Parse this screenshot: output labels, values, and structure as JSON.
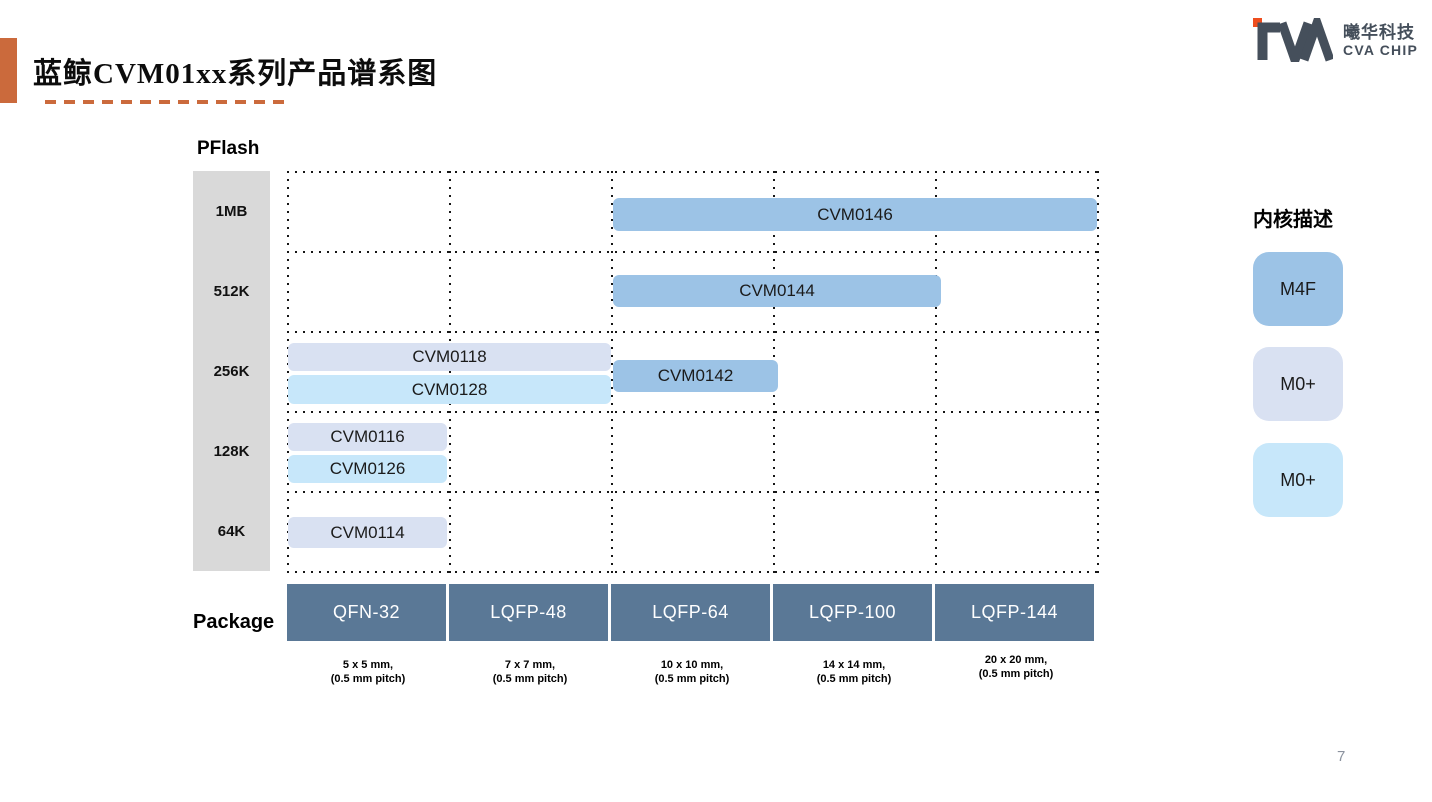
{
  "slide": {
    "title": "蓝鲸CVM01xx系列产品谱系图",
    "page_number": "7"
  },
  "logo": {
    "mark": "CVA",
    "company_cn": "曦华科技",
    "company_en": "CVA CHIP"
  },
  "axes": {
    "y_title": "PFlash",
    "x_title": "Package"
  },
  "colors": {
    "m4f": "#9CC3E6",
    "m0p_lavender": "#D9E1F2",
    "m0p_cyan": "#C7E7FA",
    "package_box": "#5A7896",
    "accent_orange": "#CB6A3C",
    "axis_band": "#D9D9D9"
  },
  "pflash_rows": [
    "1MB",
    "512K",
    "256K",
    "128K",
    "64K"
  ],
  "packages": [
    {
      "label": "QFN-32",
      "size": "5 x 5 mm,",
      "pitch": "(0.5 mm pitch)"
    },
    {
      "label": "LQFP-48",
      "size": "7 x 7 mm,",
      "pitch": "(0.5 mm pitch)"
    },
    {
      "label": "LQFP-64",
      "size": "10 x 10 mm,",
      "pitch": "(0.5 mm pitch)"
    },
    {
      "label": "LQFP-100",
      "size": "14 x 14 mm,",
      "pitch": "(0.5 mm pitch)"
    },
    {
      "label": "LQFP-144",
      "size": "20 x 20 mm,",
      "pitch": "(0.5 mm pitch)"
    }
  ],
  "legend": {
    "title": "内核描述",
    "entries": [
      {
        "label": "M4F",
        "color_key": "m4f"
      },
      {
        "label": "M0+",
        "color_key": "m0p_lavender"
      },
      {
        "label": "M0+",
        "color_key": "m0p_cyan"
      }
    ]
  },
  "chart_data": {
    "type": "bar",
    "subtype": "2d-product-matrix-gantt",
    "title": "蓝鲸CVM01xx系列产品谱系图",
    "ylabel": "PFlash",
    "xlabel": "Package",
    "y_categories": [
      "1MB",
      "512K",
      "256K",
      "128K",
      "64K"
    ],
    "x_categories": [
      "QFN-32",
      "LQFP-48",
      "LQFP-64",
      "LQFP-100",
      "LQFP-144"
    ],
    "x_category_details": [
      "5 x 5 mm, (0.5 mm pitch)",
      "7 x 7 mm, (0.5 mm pitch)",
      "10 x 10 mm, (0.5 mm pitch)",
      "14 x 14 mm, (0.5 mm pitch)",
      "20 x 20 mm, (0.5 mm pitch)"
    ],
    "grid": "dotted",
    "legend_position": "right",
    "legend_title": "内核描述",
    "products": [
      {
        "name": "CVM0146",
        "pflash": "1MB",
        "packages": [
          "LQFP-64",
          "LQFP-100",
          "LQFP-144"
        ],
        "core": "M4F",
        "color_key": "m4f"
      },
      {
        "name": "CVM0144",
        "pflash": "512K",
        "packages": [
          "LQFP-64",
          "LQFP-100"
        ],
        "core": "M4F",
        "color_key": "m4f"
      },
      {
        "name": "CVM0118",
        "pflash": "256K",
        "packages": [
          "QFN-32",
          "LQFP-48"
        ],
        "core": "M0+",
        "color_key": "m0p_lavender"
      },
      {
        "name": "CVM0128",
        "pflash": "256K",
        "packages": [
          "QFN-32",
          "LQFP-48"
        ],
        "core": "M0+",
        "color_key": "m0p_cyan"
      },
      {
        "name": "CVM0142",
        "pflash": "256K",
        "packages": [
          "LQFP-64"
        ],
        "core": "M4F",
        "color_key": "m4f"
      },
      {
        "name": "CVM0116",
        "pflash": "128K",
        "packages": [
          "QFN-32"
        ],
        "core": "M0+",
        "color_key": "m0p_lavender"
      },
      {
        "name": "CVM0126",
        "pflash": "128K",
        "packages": [
          "QFN-32"
        ],
        "core": "M0+",
        "color_key": "m0p_cyan"
      },
      {
        "name": "CVM0114",
        "pflash": "64K",
        "packages": [
          "QFN-32"
        ],
        "core": "M0+",
        "color_key": "m0p_lavender"
      }
    ]
  }
}
